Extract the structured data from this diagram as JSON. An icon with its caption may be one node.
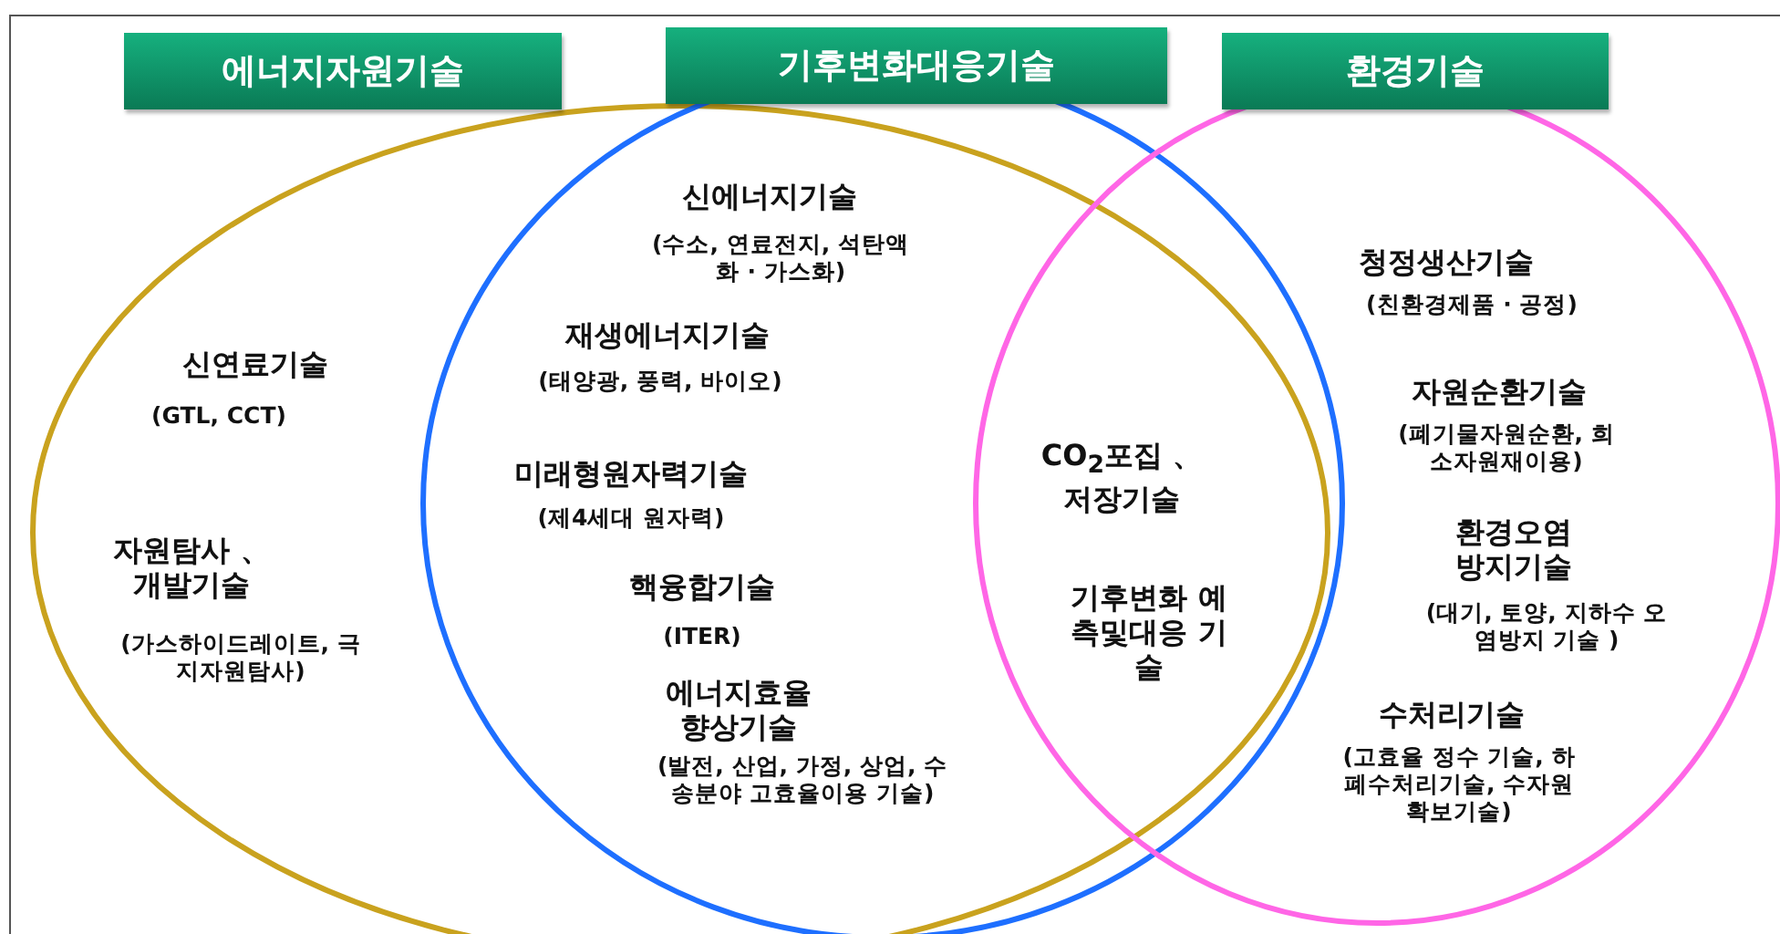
{
  "diagram": {
    "nodes": [
      {
        "text": [
          "에너지자원기술"
        ]
      },
      {
        "text": [
          "기후변화대응기술"
        ]
      },
      {
        "text": [
          "환경기술"
        ]
      }
    ],
    "labels": [
      "신에너지기술",
      "(수소, 연료전지, 석탄액화 · 가스화)",
      "신연료기술",
      "(GTL, CCT)",
      "재생에너지기술",
      "(태양광, 풍력, 바이오)",
      "미래형원자력기술",
      "(제4세대 원자력)",
      "자원탐사 、 개발기술",
      "(가스하이드레이트, 극지자원탐사)",
      "핵융합기술",
      "(ITER)",
      "에너지효율 향상기술",
      "(발전, 산업, 가정, 상업, 수송분야 고효율이용 기술)",
      "CO$_{2}$포집 、 저장기술",
      "기후변화 예측및대응 기술",
      "청정생산기술",
      "(친환경제품 · 공정)",
      "자원순환기술",
      "(폐기물자원순환, 희소자원재이용)",
      "환경오염 방지기술",
      "(대기, 토양, 지하수 오염방지 기술 )",
      "수처리기술",
      "(고효율 정수 기술, 하폐수처리기술, 수자원확보기술)"
    ]
  }
}
